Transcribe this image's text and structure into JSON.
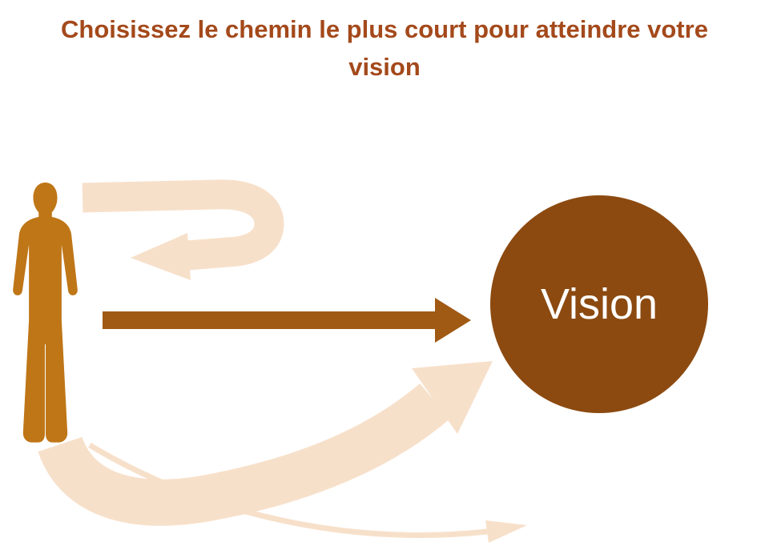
{
  "title": "Choisissez le chemin le plus court pour atteindre votre vision",
  "vision": {
    "label": "Vision"
  },
  "diagram": {
    "description": "Person silhouette on the left with three paths toward a Vision circle: a light U-turn detour arrow, a straight direct brown arrow, and light curved detour arrows below.",
    "elements": [
      "person-silhouette",
      "detour-arrow-top",
      "direct-path-arrow",
      "detour-arrow-bottom",
      "long-detour-arrow",
      "vision-circle"
    ]
  },
  "colors": {
    "background": "#FFFFFF",
    "title_text": "#A4491B",
    "person": "#BF7617",
    "vision_circle": "#8C4A10",
    "vision_text": "#FFFFFF",
    "direct_arrow": "#A05A14",
    "detour_arrow": "#F7E0CA"
  }
}
